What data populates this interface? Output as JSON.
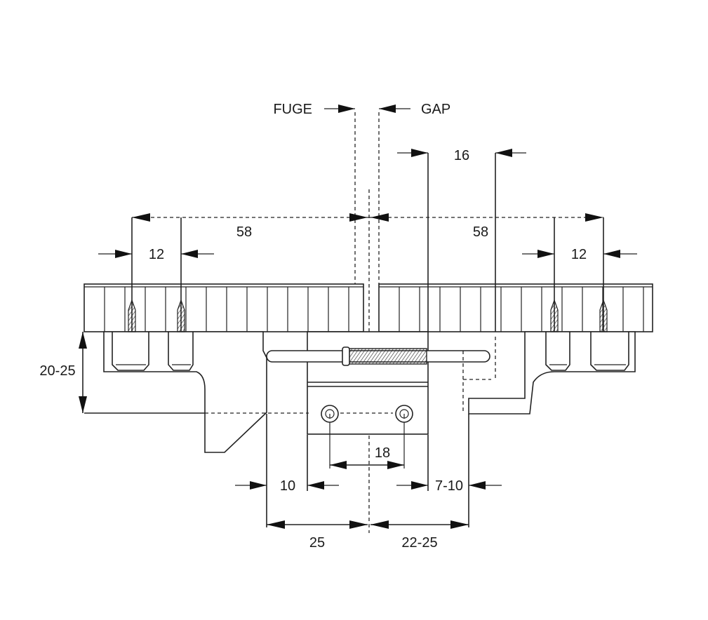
{
  "labels": {
    "fuge": "FUGE",
    "gap": "GAP",
    "dim_16": "16",
    "dim_58_left": "58",
    "dim_58_right": "58",
    "dim_12_left": "12",
    "dim_12_right": "12",
    "dim_20_25": "20-25",
    "dim_18": "18",
    "dim_10": "10",
    "dim_7_10": "7-10",
    "dim_25": "25",
    "dim_22_25": "22-25"
  },
  "colors": {
    "line": "#222222",
    "background": "#ffffff"
  }
}
